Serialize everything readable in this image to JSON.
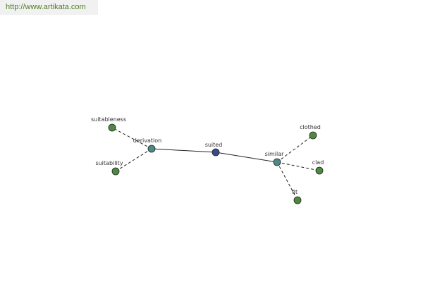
{
  "banner": {
    "url_text": "http://www.artikata.com"
  },
  "graph": {
    "colors": {
      "center": "#3a4a8a",
      "hub": "#4c8a86",
      "leaf": "#4e8a3e",
      "stroke": "#222222"
    },
    "nodes": [
      {
        "id": "suited",
        "label": "suited",
        "kind": "center"
      },
      {
        "id": "derivation",
        "label": "derivation",
        "kind": "hub"
      },
      {
        "id": "similar",
        "label": "similar",
        "kind": "hub"
      },
      {
        "id": "suitableness",
        "label": "suitableness",
        "kind": "leaf"
      },
      {
        "id": "suitability",
        "label": "suitability",
        "kind": "leaf"
      },
      {
        "id": "clothed",
        "label": "clothed",
        "kind": "leaf"
      },
      {
        "id": "clad",
        "label": "clad",
        "kind": "leaf"
      },
      {
        "id": "fit",
        "label": "fit",
        "kind": "leaf"
      }
    ],
    "edges": [
      {
        "from": "suited",
        "to": "derivation",
        "style": "solid"
      },
      {
        "from": "suited",
        "to": "similar",
        "style": "solid"
      },
      {
        "from": "derivation",
        "to": "suitableness",
        "style": "dashed"
      },
      {
        "from": "derivation",
        "to": "suitability",
        "style": "dashed"
      },
      {
        "from": "similar",
        "to": "clothed",
        "style": "dashed"
      },
      {
        "from": "similar",
        "to": "clad",
        "style": "dashed"
      },
      {
        "from": "similar",
        "to": "fit",
        "style": "dashed"
      }
    ]
  }
}
